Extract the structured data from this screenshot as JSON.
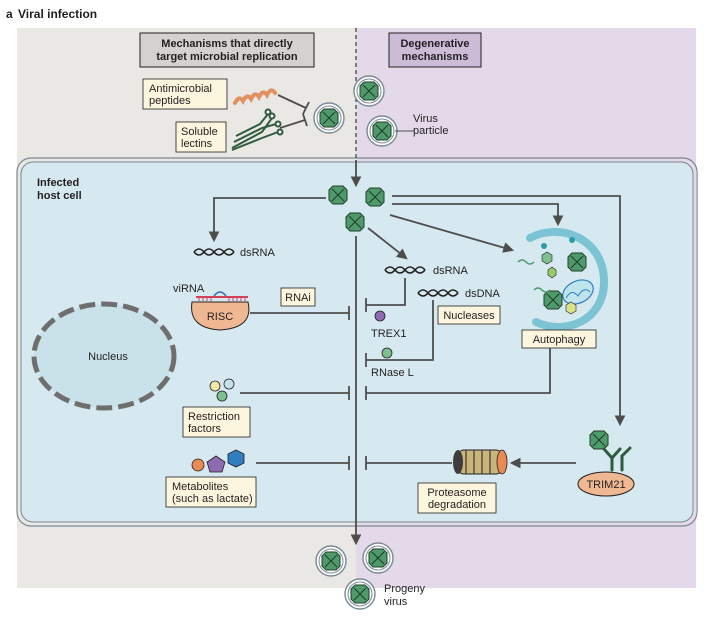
{
  "panel": {
    "letter": "a",
    "title": "Viral infection"
  },
  "header_left": {
    "line1": "Mechanisms that directly",
    "line2": "target microbial replication"
  },
  "header_right": {
    "line1": "Degenerative",
    "line2": "mechanisms"
  },
  "antimicrobial": {
    "line1": "Antimicrobial",
    "line2": "peptides"
  },
  "lectins": {
    "line1": "Soluble",
    "line2": "lectins"
  },
  "virus_particle": {
    "line1": "Virus",
    "line2": "particle"
  },
  "infected_cell": {
    "line1": "Infected",
    "line2": "host cell"
  },
  "dsrna_left": "dsRNA",
  "virna": "viRNA",
  "risc": "RISC",
  "rnai": "RNAi",
  "nucleus": "Nucleus",
  "dsrna_mid": "dsRNA",
  "dsdna": "dsDNA",
  "trex1": "TREX1",
  "nucleases": "Nucleases",
  "rnase_l": "RNase L",
  "autophagy": "Autophagy",
  "restriction": {
    "line1": "Restriction",
    "line2": "factors"
  },
  "metabolites": {
    "line1": "Metabolites",
    "line2": "(such as lactate)"
  },
  "proteasome": {
    "line1": "Proteasome",
    "line2": "degradation"
  },
  "trim21": "TRIM21",
  "progeny": {
    "line1": "Progeny",
    "line2": "virus"
  },
  "colors": {
    "left_panel": "#e9e8e4",
    "right_panel": "#e3d9e8",
    "cell": "#d6e9f0",
    "label_box": "#fdf6de",
    "header_box": "#d3d2cf",
    "header_box_right": "#cdbcd8",
    "virus_green": "#4f9a6a",
    "risc": "#f0b892",
    "nucleus": "#c9e2ea"
  }
}
